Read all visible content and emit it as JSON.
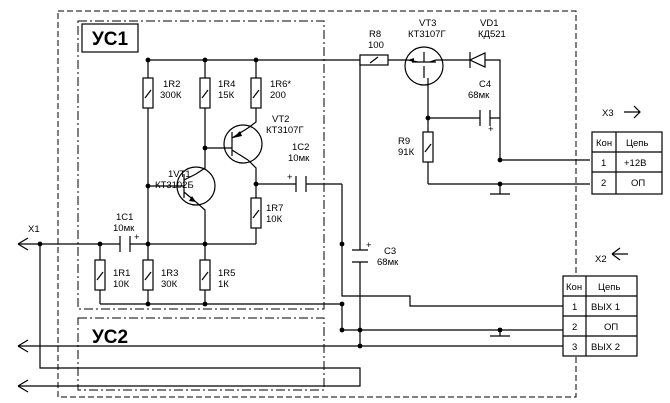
{
  "blocks": {
    "us1": "УС1",
    "us2": "УС2"
  },
  "components": {
    "r8": {
      "ref": "R8",
      "value": "100"
    },
    "vt3": {
      "ref": "VT3",
      "value": "КТ3107Г"
    },
    "vd1": {
      "ref": "VD1",
      "value": "КД521"
    },
    "c4": {
      "ref": "C4",
      "value": "68мк"
    },
    "r9": {
      "ref": "R9",
      "value": "91К"
    },
    "r2": {
      "ref": "1R2",
      "value": "300К"
    },
    "r4": {
      "ref": "1R4",
      "value": "15К"
    },
    "r6": {
      "ref": "1R6*",
      "value": "200"
    },
    "vt2": {
      "ref": "VT2",
      "value": "КТ3107Г"
    },
    "c2": {
      "ref": "1C2",
      "value": "10мк"
    },
    "vt1": {
      "ref": "1VT1",
      "value": "КТ3102Б"
    },
    "r7": {
      "ref": "1R7",
      "value": "10К"
    },
    "c1": {
      "ref": "1C1",
      "value": "10мк"
    },
    "r1": {
      "ref": "1R1",
      "value": "10К"
    },
    "r3": {
      "ref": "1R3",
      "value": "30К"
    },
    "r5": {
      "ref": "1R5",
      "value": "1К"
    },
    "c3": {
      "ref": "C3",
      "value": "68мк"
    }
  },
  "connectors": {
    "x1": {
      "label": "X1"
    },
    "x2": {
      "label": "X2",
      "headers": [
        "Кон",
        "Цепь"
      ],
      "rows": [
        [
          "1",
          "ВЫХ 1"
        ],
        [
          "2",
          "ОП"
        ],
        [
          "3",
          "ВЫХ 2"
        ]
      ]
    },
    "x3": {
      "label": "X3",
      "headers": [
        "Кон",
        "Цепь"
      ],
      "rows": [
        [
          "1",
          "+12В"
        ],
        [
          "2",
          "ОП"
        ]
      ]
    }
  },
  "polarity_mark": "+"
}
